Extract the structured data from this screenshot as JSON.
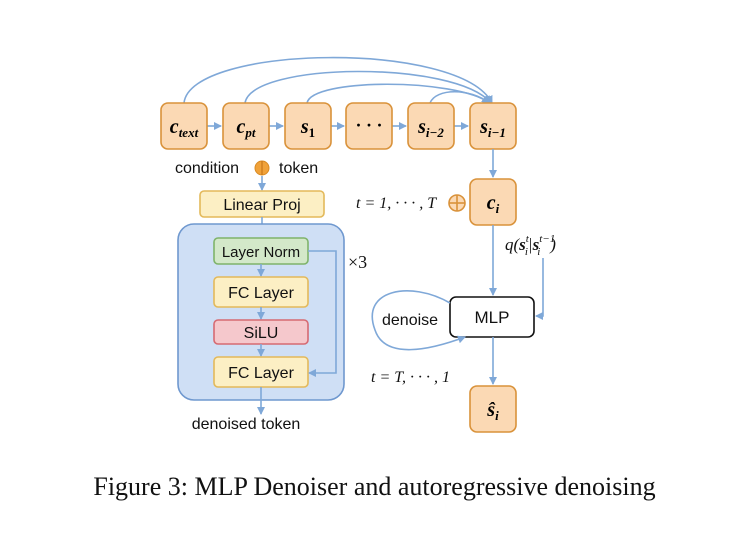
{
  "tokens": {
    "c_text": {
      "base": "c",
      "sub": "text"
    },
    "c_pt": {
      "base": "c",
      "sub": "pt"
    },
    "s1": {
      "base": "s",
      "sub": "1"
    },
    "dots": "· · ·",
    "s_i_minus_2": {
      "base": "s",
      "sub": "i−2"
    },
    "s_i_minus_1": {
      "base": "s",
      "sub": "i−1"
    },
    "c_i": {
      "base": "c",
      "sub": "i"
    },
    "s_hat_i": {
      "base": "ŝ",
      "sub": "i"
    }
  },
  "labels": {
    "condition": "condition",
    "token": "token",
    "linear_proj": "Linear Proj",
    "layer_norm": "Layer Norm",
    "fc_layer_1": "FC Layer",
    "silu": "SiLU",
    "fc_layer_2": "FC Layer",
    "repeat": "×3",
    "denoised_token": "denoised token",
    "t_forward": "t = 1, · · · , T",
    "q_label": {
      "q": "q(",
      "s": "s",
      "t_sup": "t",
      "i_sub": "i",
      "bar": "|",
      "s2": "s",
      "tm1_sup": "t−1",
      "i_sub2": "i",
      "close": ")"
    },
    "denoise": "denoise",
    "mlp": "MLP",
    "t_reverse": "t = T, · · · , 1"
  },
  "caption": "Figure 3: MLP Denoiser and autoregressive denoising",
  "colors": {
    "token_fill": "#fbd9b4",
    "token_stroke": "#d9923a",
    "arrow": "#7fa8d8",
    "block_fill": "#cfdff5",
    "block_stroke": "#6f98cf",
    "proj_fill": "#fcefc4",
    "proj_stroke": "#e3b95a",
    "norm_fill": "#d3e8c9",
    "norm_stroke": "#7fb36a",
    "silu_fill": "#f5c8cc",
    "silu_stroke": "#d66a72",
    "mlp_stroke": "#111111"
  }
}
